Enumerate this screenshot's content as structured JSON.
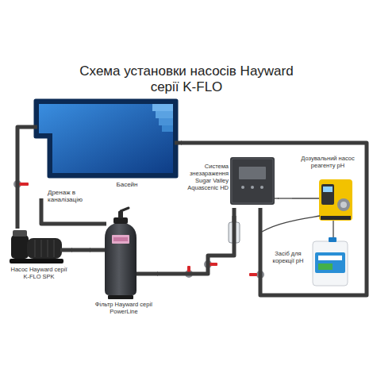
{
  "diagram": {
    "title": "Схема установки насосів Hayward серії K-FLO",
    "nodes": [
      {
        "text": [
          "Басейн"
        ]
      },
      {
        "text": [
          "Насос Hayward серії K-FLO SPK"
        ]
      },
      {
        "text": [
          "Фільтр Hayward серії PowerLine"
        ]
      },
      {
        "text": [
          "Система знезараження Sugar Valley Aquascenic HD"
        ]
      },
      {
        "text": [
          "Дозувальний насос реагенту pH"
        ]
      },
      {
        "text": [
          "Засіб для корекції pH"
        ]
      }
    ],
    "edges": [
      {
        "from": 0,
        "to": 1,
        "arrow": "none"
      },
      {
        "from": 1,
        "to": 2,
        "arrow": "none"
      },
      {
        "from": 2,
        "to": 3,
        "arrow": "none"
      },
      {
        "from": 3,
        "to": 0,
        "arrow": "none"
      },
      {
        "from": 4,
        "to": 3,
        "arrow": "none"
      },
      {
        "from": 4,
        "to": 5,
        "arrow": "none"
      }
    ],
    "labels": [
      "Дренаж в каналізацію"
    ]
  }
}
